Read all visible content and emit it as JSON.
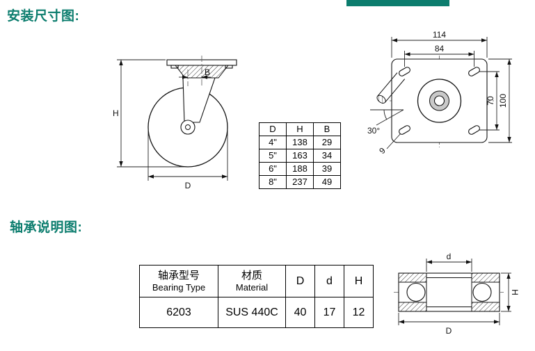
{
  "accent": "#0c7d6e",
  "headings": {
    "install": "安装尺寸图:",
    "bearing": "轴承说明图:"
  },
  "caster": {
    "H": "H",
    "B": "B",
    "D": "D"
  },
  "size_table": {
    "headers": [
      "D",
      "H",
      "B"
    ],
    "rows": [
      [
        "4\"",
        "138",
        "29"
      ],
      [
        "5\"",
        "163",
        "34"
      ],
      [
        "6\"",
        "188",
        "39"
      ],
      [
        "8\"",
        "237",
        "49"
      ]
    ]
  },
  "plate": {
    "w_outer": "114",
    "w_inner": "84",
    "h_inner": "70",
    "h_outer": "100",
    "angle": "30°",
    "hole": "9"
  },
  "bearing_table": {
    "col1_zh": "轴承型号",
    "col1_en": "Bearing Type",
    "col2_zh": "材质",
    "col2_en": "Material",
    "col3": "D",
    "col4": "d",
    "col5": "H",
    "row": [
      "6203",
      "SUS 440C",
      "40",
      "17",
      "12"
    ]
  },
  "bearing_fig": {
    "d": "d",
    "D": "D",
    "H": "H"
  }
}
